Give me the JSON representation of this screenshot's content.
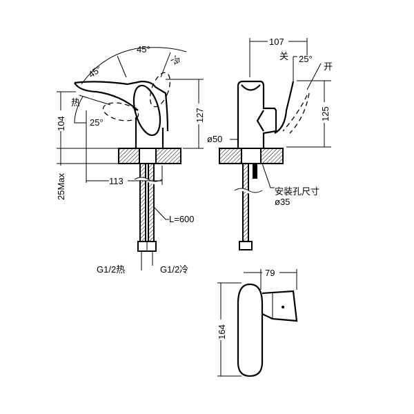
{
  "side_view": {
    "angle_left": "45°",
    "angle_top": "45°",
    "label_cold": "冷",
    "label_hot": "热",
    "angle_hot": "25°",
    "dim_height": "104",
    "dim_total_height": "127",
    "dim_deck_max": "25Max",
    "dim_reach": "113",
    "hose_length": "L=600",
    "inlet_hot": "G1/2热",
    "inlet_cold": "G1/2冷"
  },
  "front_view": {
    "dim_width": "107",
    "label_closed": "关",
    "angle_open": "25°",
    "label_open": "开",
    "dim_height": "125",
    "dim_body_diameter": "ø50",
    "hole_label": "安装孔尺寸",
    "hole_diameter": "ø35"
  },
  "top_view": {
    "dim_width": "79",
    "dim_length": "164"
  }
}
